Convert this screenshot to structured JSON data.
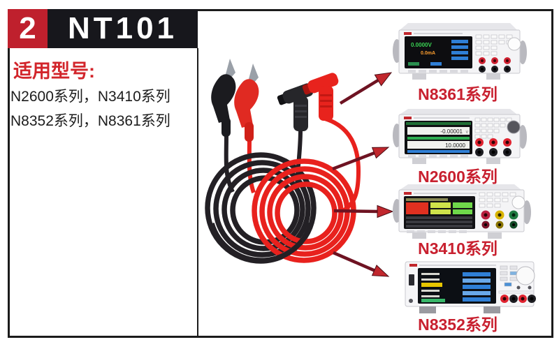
{
  "header": {
    "index": "2",
    "model": "NT101"
  },
  "applicable": {
    "title": "适用型号:",
    "line1": "N2600系列，N3410系列",
    "line2": "N8352系列，N8361系列"
  },
  "instruments": [
    {
      "label": "N8361系列",
      "screen_reading_1": "0.0000V",
      "screen_reading_2": "0.0mA"
    },
    {
      "label": "N2600系列",
      "screen_reading_1": "-0.00001",
      "screen_unit_1": "V",
      "screen_reading_2": "10.0000"
    },
    {
      "label": "N3410系列"
    },
    {
      "label": "N8352系列"
    }
  ],
  "colors": {
    "header_red": "#bf202d",
    "header_black": "#17171c",
    "title_red": "#d2252b",
    "label_red": "#c8202f",
    "arrow_shaft": "#6e1322",
    "arrow_head": "#c1272d",
    "cable_red": "#e8211d",
    "cable_black": "#232025",
    "frame": "#1b1b1b"
  }
}
